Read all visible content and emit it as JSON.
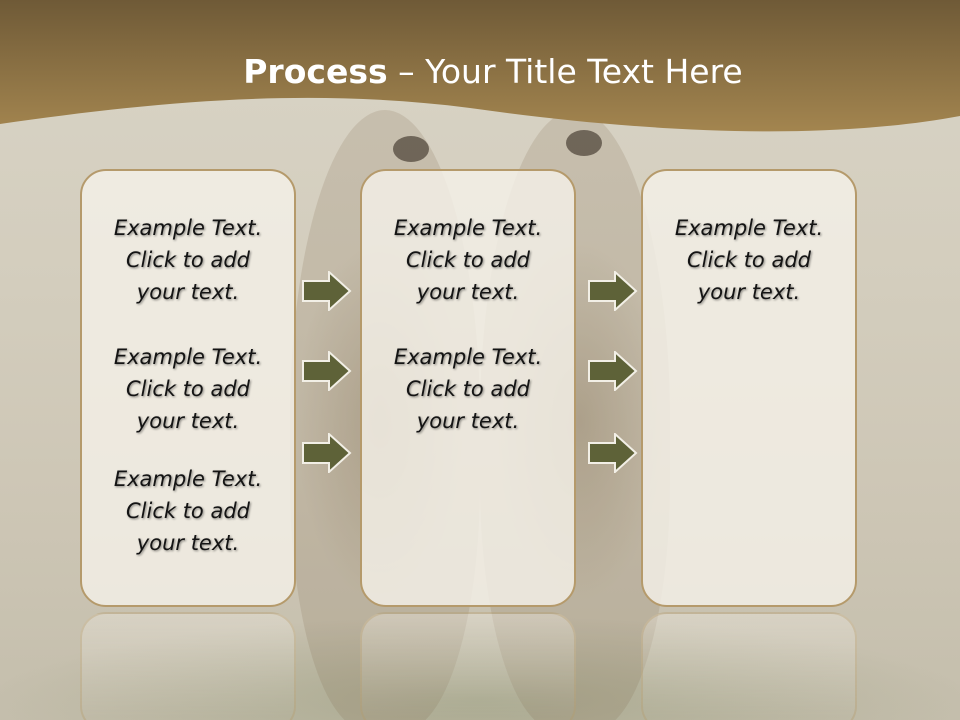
{
  "slide": {
    "title_bold": "Process",
    "title_rest": " – Your Title Text Here",
    "colors": {
      "header": "#8f7446",
      "panel_border": "#b59a6b",
      "arrow_fill": "#5e6238",
      "arrow_stroke": "#f2efe6"
    },
    "columns": [
      {
        "items": [
          {
            "line1": "Example Text.",
            "line2": "Click  to add",
            "line3": "your text."
          },
          {
            "line1": "Example Text.",
            "line2": "Click  to add",
            "line3": "your text."
          },
          {
            "line1": "Example Text.",
            "line2": "Click  to add",
            "line3": "your text."
          }
        ]
      },
      {
        "items": [
          {
            "line1": "Example Text.",
            "line2": "Click  to add",
            "line3": "your text."
          },
          {
            "line1": "Example Text.",
            "line2": "Click  to add",
            "line3": "your text."
          }
        ]
      },
      {
        "items": [
          {
            "line1": "Example Text.",
            "line2": "Click  to add",
            "line3": "your text."
          }
        ]
      }
    ],
    "arrow_icon": "right-arrow-icon"
  }
}
